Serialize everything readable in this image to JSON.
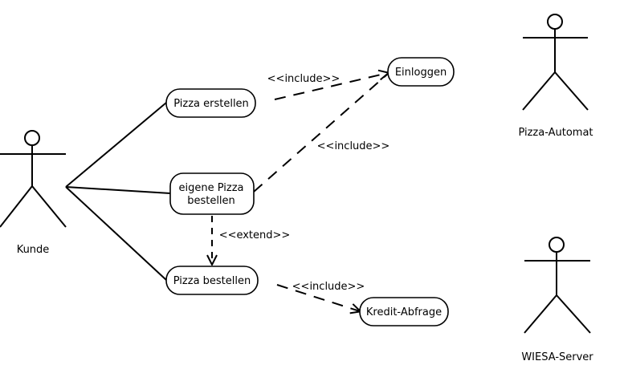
{
  "actors": {
    "kunde": "Kunde",
    "pizza_automat": "Pizza-Automat",
    "wiesa_server": "WIESA-Server"
  },
  "use_cases": {
    "pizza_erstellen": "Pizza erstellen",
    "einloggen": "Einloggen",
    "eigene_pizza_line1": "eigene Pizza",
    "eigene_pizza_line2": "bestellen",
    "pizza_bestellen": "Pizza bestellen",
    "kredit_abfrage": "Kredit-Abfrage"
  },
  "relations": {
    "include_1": "<<include>>",
    "include_2": "<<include>>",
    "extend": "<<extend>>",
    "include_3": "<<include>>"
  }
}
